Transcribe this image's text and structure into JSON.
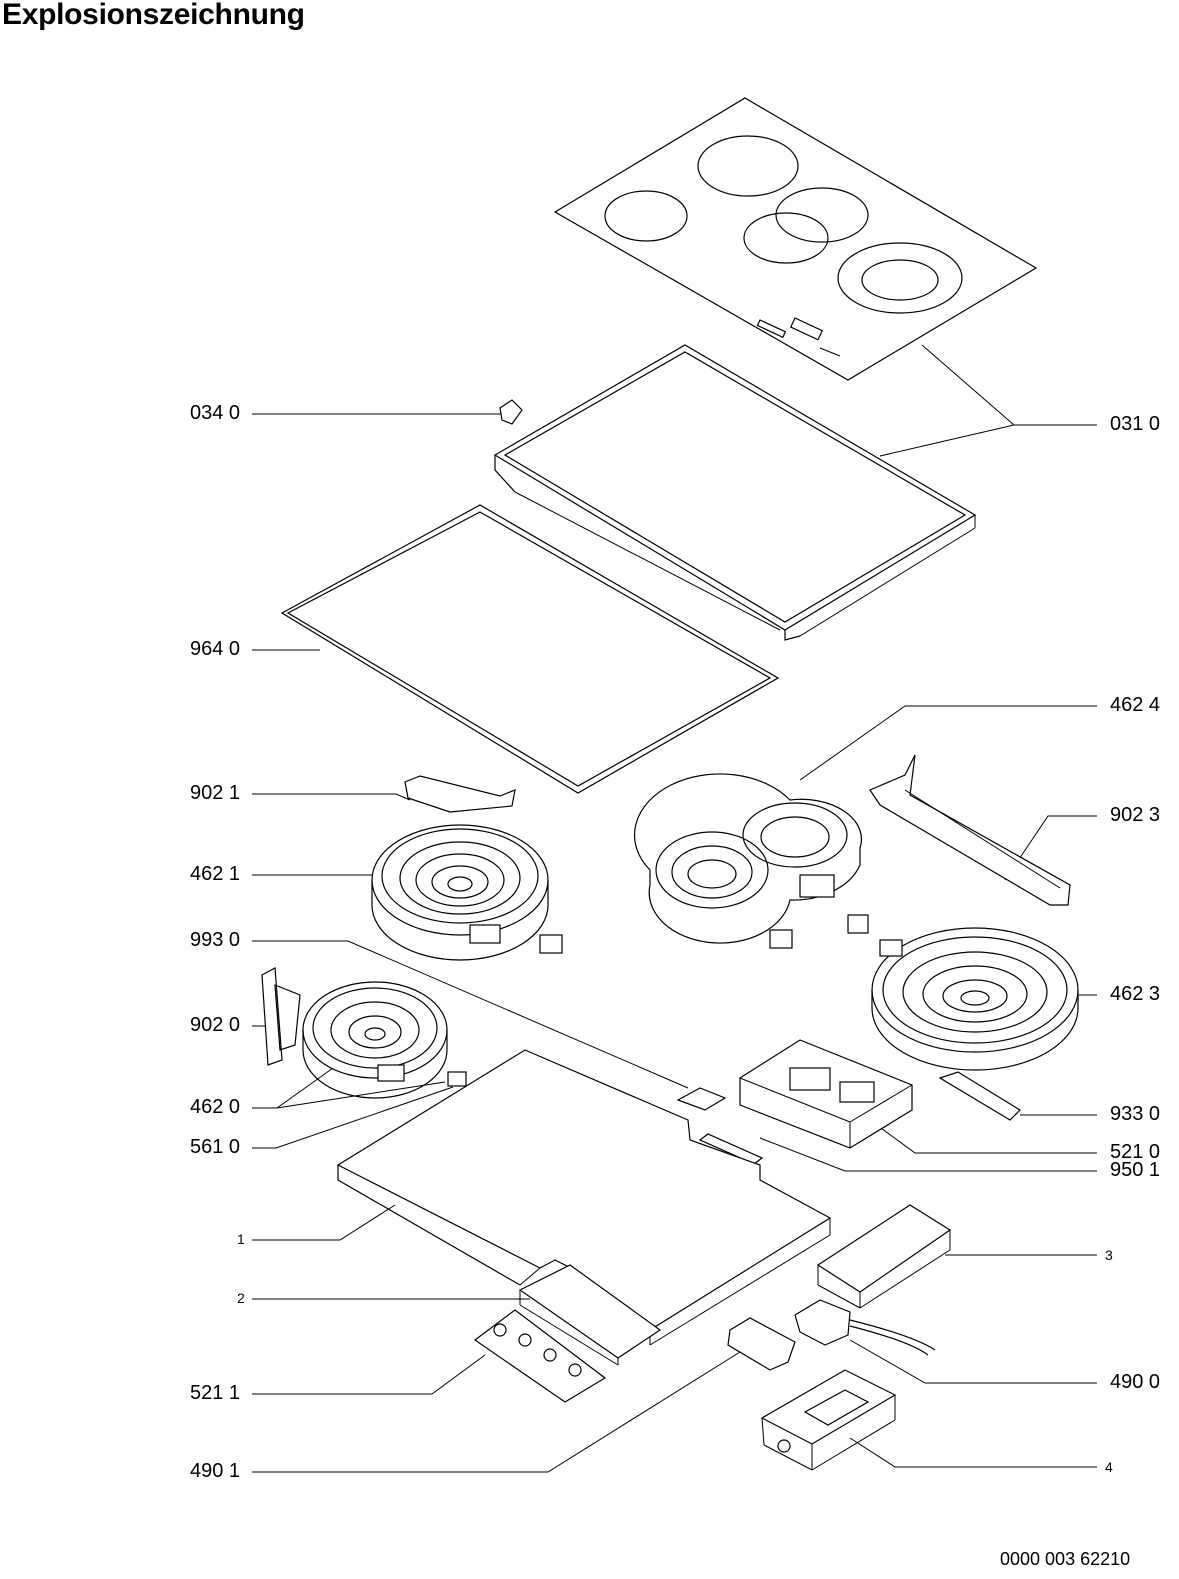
{
  "title": "Explosionszeichnung",
  "document_number": "0000 003 62210",
  "part_labels": {
    "p0340": "034 0",
    "p0310": "031 0",
    "p9640": "964 0",
    "p4624": "462 4",
    "p9021": "902 1",
    "p9023": "902 3",
    "p4621": "462 1",
    "p9930": "993 0",
    "p4623": "462 3",
    "p9020": "902 0",
    "p9330": "933 0",
    "p4620": "462 0",
    "p5610": "561 0",
    "p5210": "521 0",
    "p9501": "950 1",
    "p1": "1",
    "p3": "3",
    "p2": "2",
    "p4900": "490 0",
    "p5211": "521 1",
    "p4901": "490 1",
    "p4": "4"
  }
}
